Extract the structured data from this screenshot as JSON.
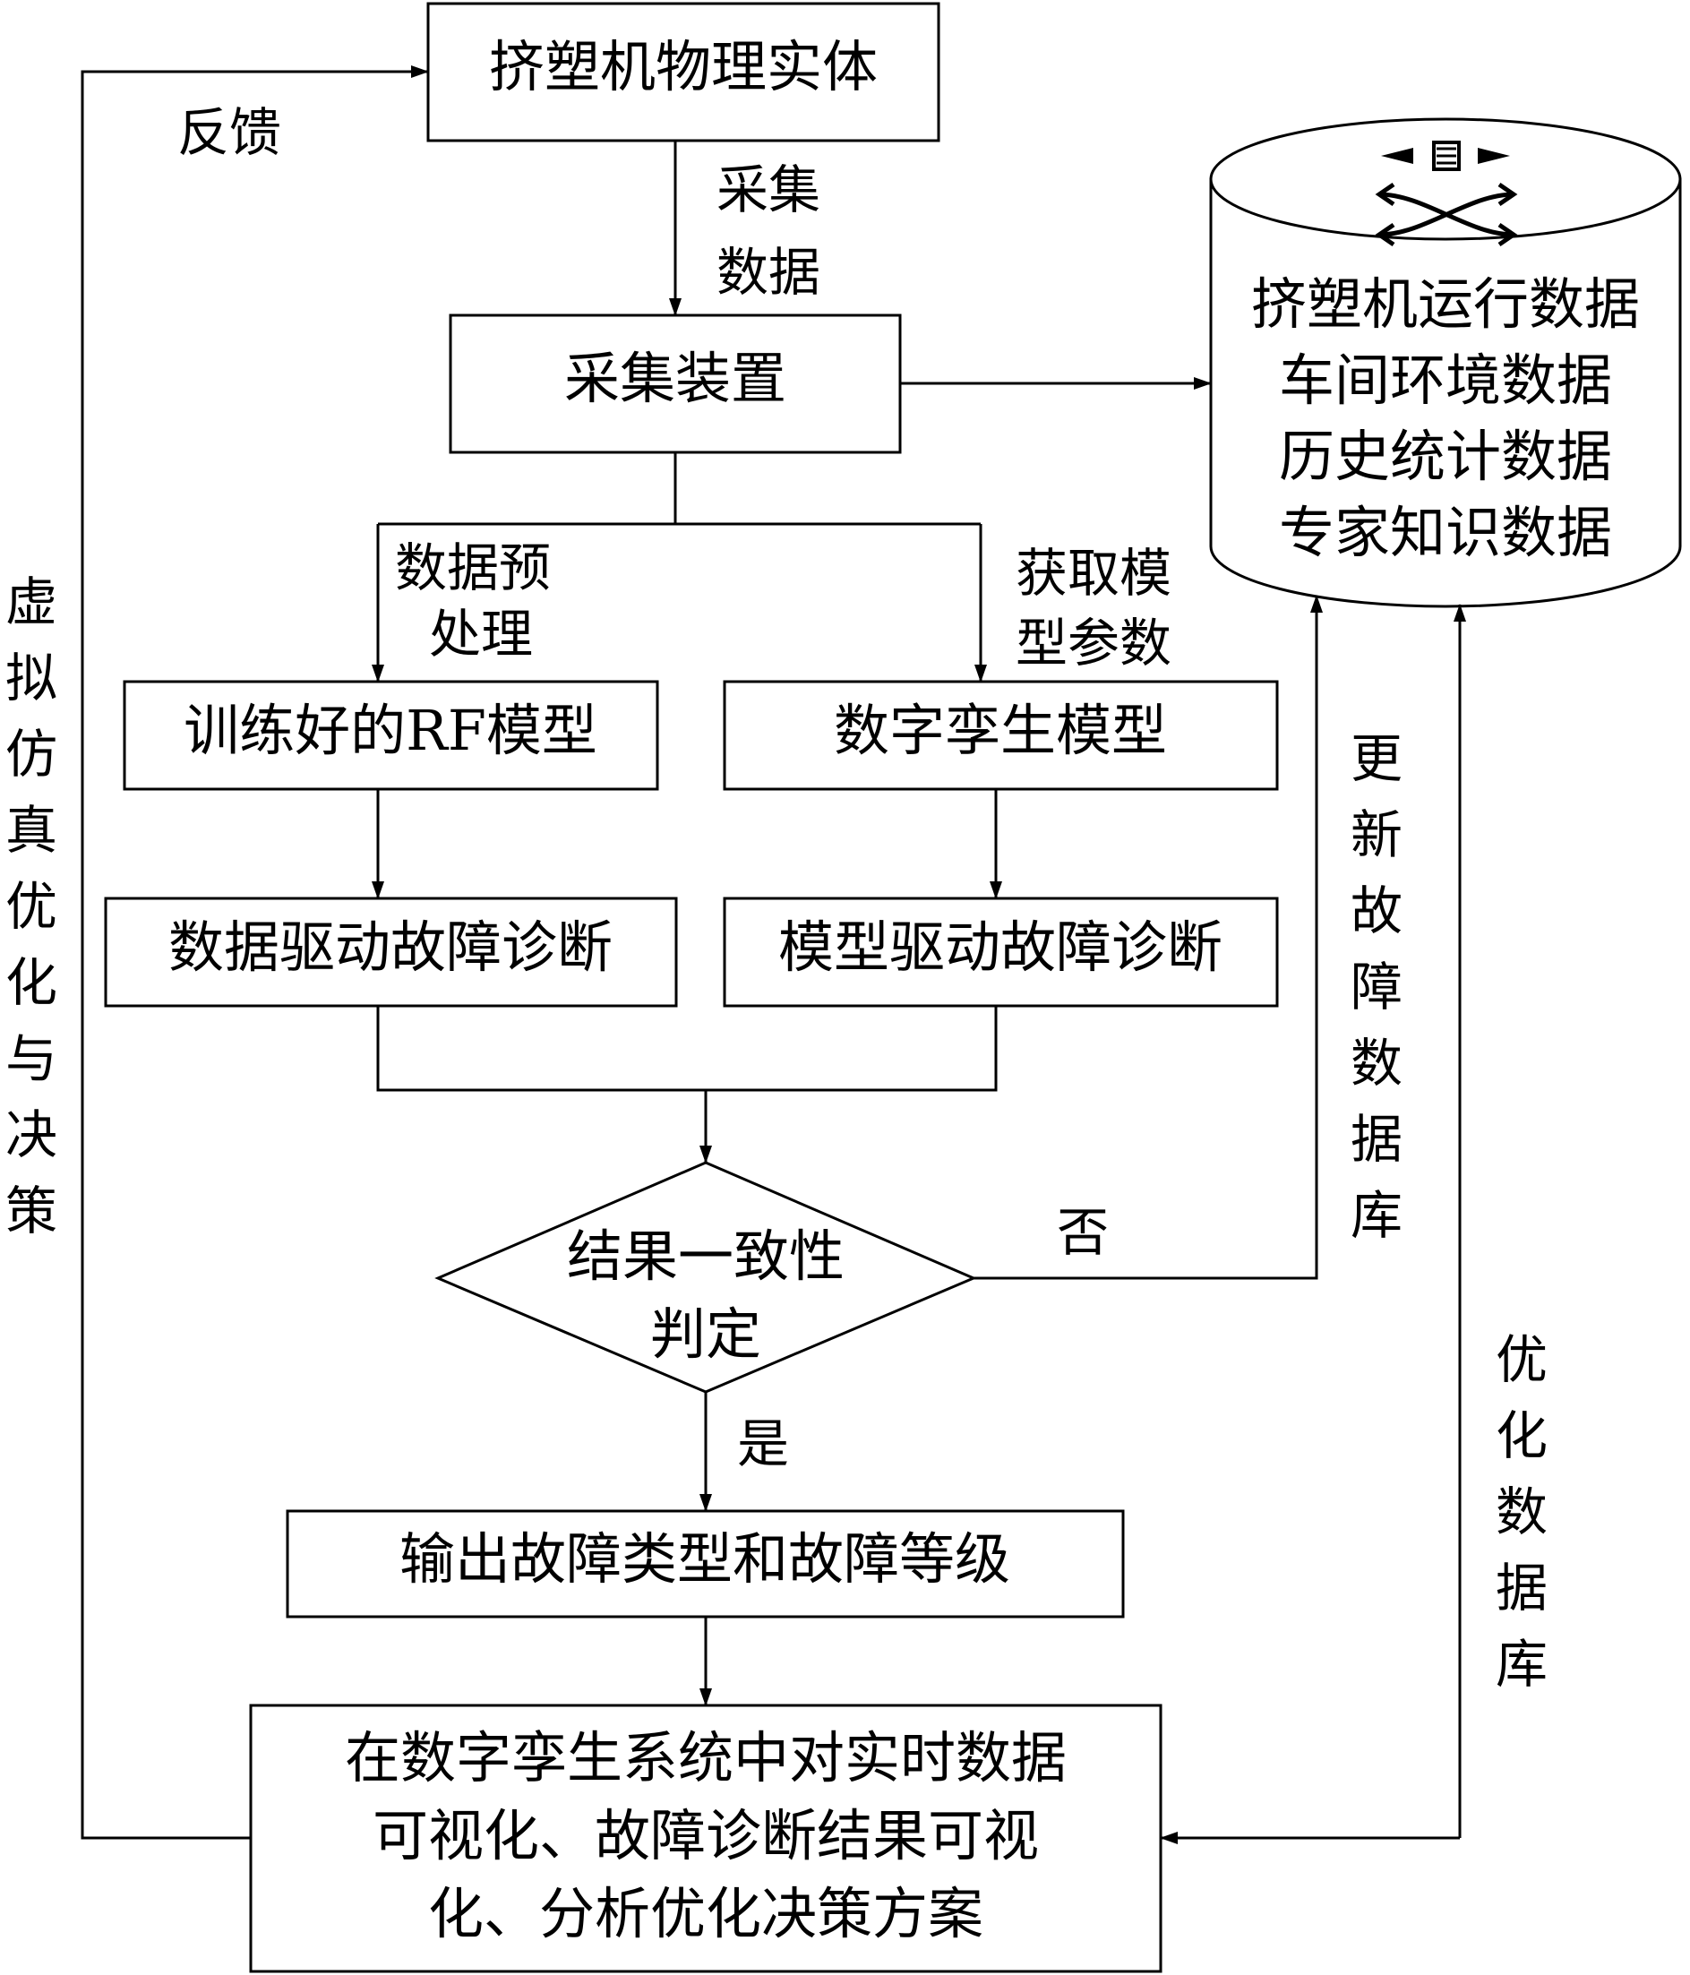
{
  "diagram": {
    "nodes": {
      "extruder_entity": "挤塑机物理实体",
      "collector": "采集装置",
      "rf_model": "训练好的RF模型",
      "twin_model": "数字孪生模型",
      "data_diag": "数据驱动故障诊断",
      "model_diag": "模型驱动故障诊断",
      "judge": [
        "结果一致性",
        "判定"
      ],
      "output": "输出故障类型和故障等级",
      "visual": [
        "在数字孪生系统中对实时数据",
        "可视化、故障诊断结果可视",
        "化、分析优化决策方案"
      ],
      "database": [
        "挤塑机运行数据",
        "车间环境数据",
        "历史统计数据",
        "专家知识数据"
      ]
    },
    "edge_labels": {
      "feedback": "反馈",
      "collect": [
        "采集",
        "数据"
      ],
      "preprocess": [
        "数据预",
        "处理"
      ],
      "get_params": [
        "获取模",
        "型参数"
      ],
      "no": "否",
      "yes": "是",
      "update_db": [
        "更",
        "新",
        "故",
        "障",
        "数",
        "据",
        "库"
      ],
      "optimize_db": [
        "优",
        "化",
        "数",
        "据",
        "库"
      ],
      "virtual_sim": [
        "虚",
        "拟",
        "仿",
        "真",
        "优",
        "化",
        "与",
        "决",
        "策"
      ]
    },
    "icons": [
      "database-cylinder-icon",
      "data-exchange-arrows-icon"
    ],
    "colors": {
      "line": "#000000",
      "background": "#ffffff"
    }
  }
}
